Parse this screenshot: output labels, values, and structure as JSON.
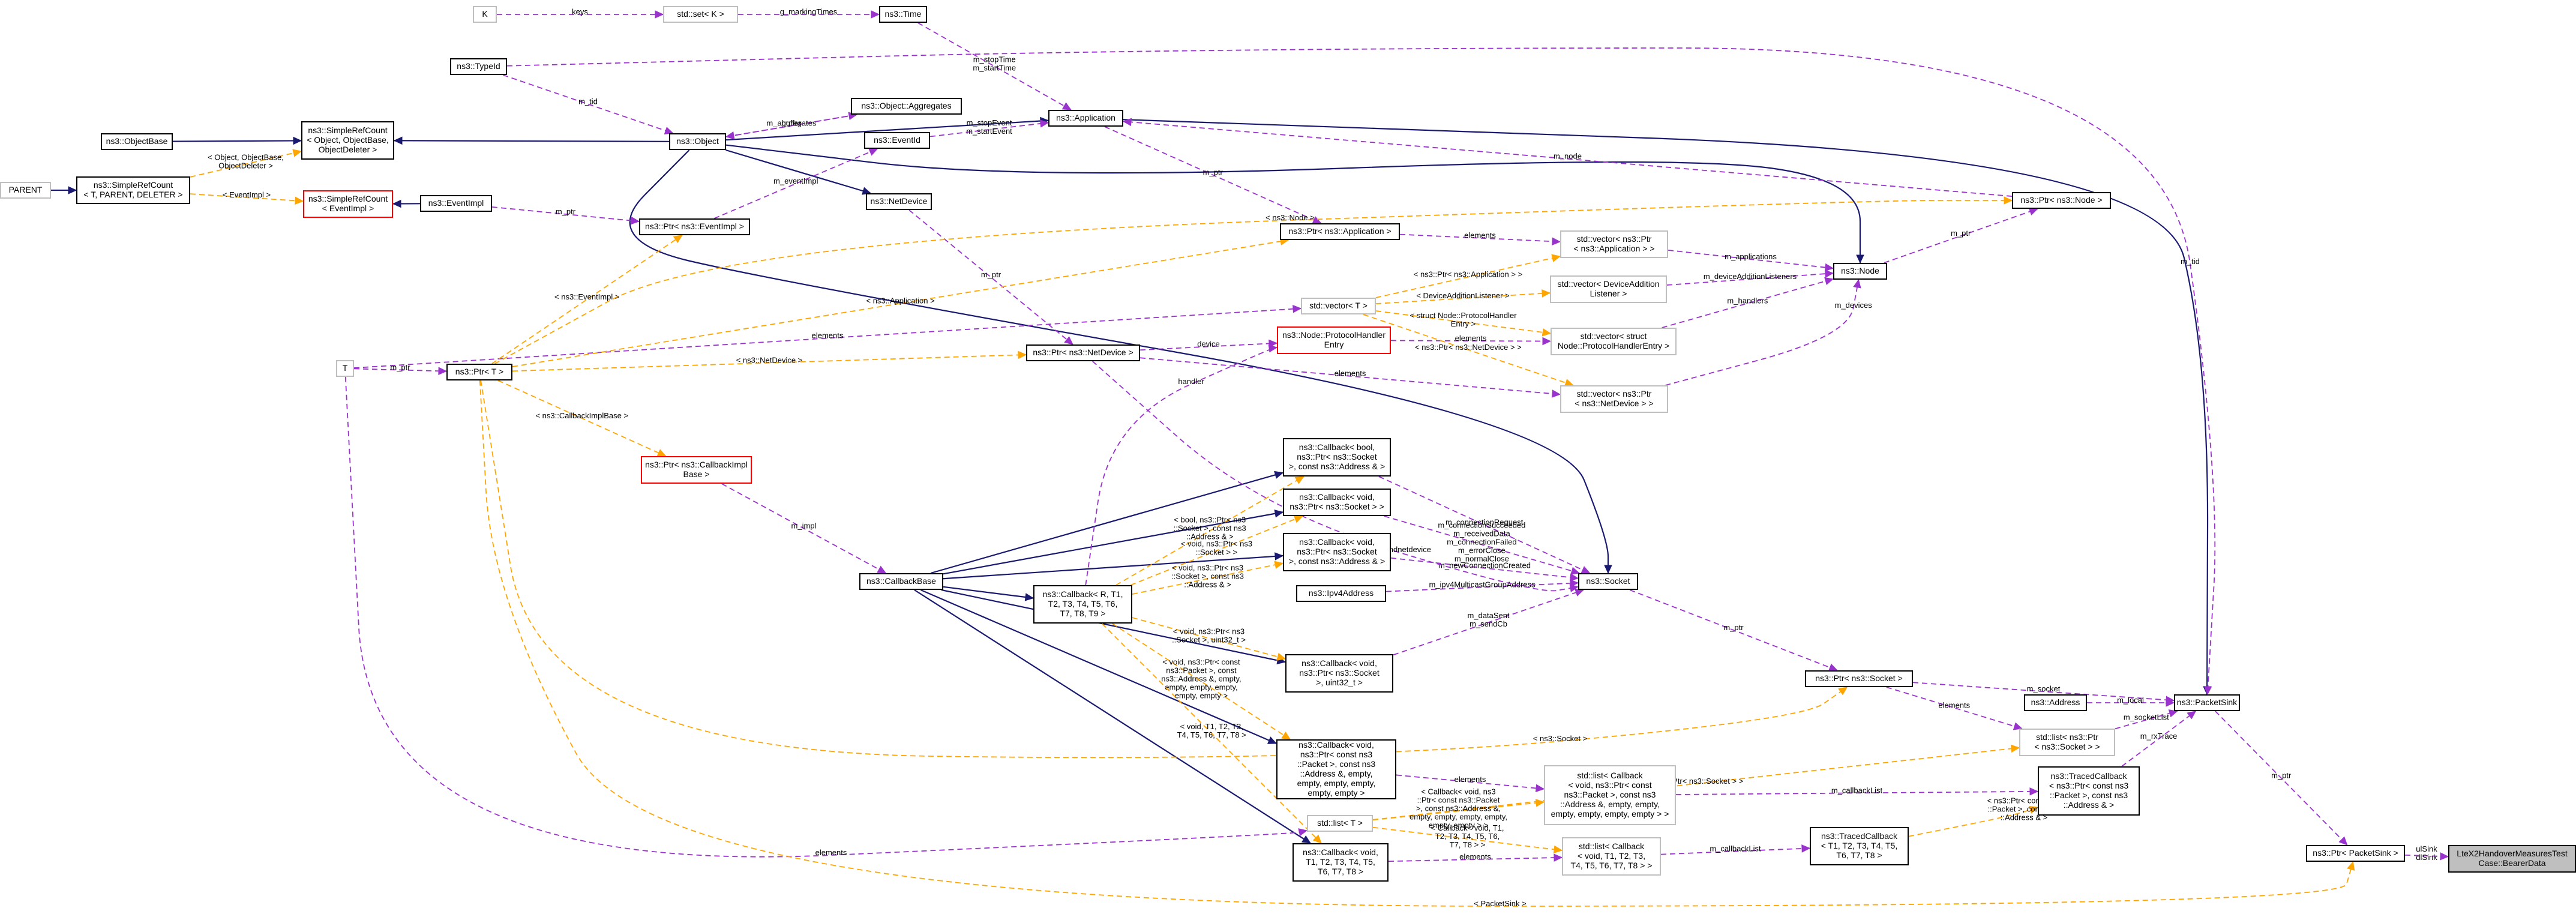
{
  "nodes": [
    {
      "id": "K",
      "lines": [
        "K"
      ],
      "style": "gray"
    },
    {
      "id": "setK",
      "lines": [
        "std::set< K >"
      ],
      "style": "gray"
    },
    {
      "id": "Time",
      "lines": [
        "ns3::Time"
      ],
      "style": "box"
    },
    {
      "id": "TypeId",
      "lines": [
        "ns3::TypeId"
      ],
      "style": "box"
    },
    {
      "id": "ObjectBase",
      "lines": [
        "ns3::ObjectBase"
      ],
      "style": "box"
    },
    {
      "id": "SRCObject",
      "lines": [
        "ns3::SimpleRefCount",
        "< Object, ObjectBase,",
        "ObjectDeleter >"
      ],
      "style": "box"
    },
    {
      "id": "Object",
      "lines": [
        "ns3::Object"
      ],
      "style": "box"
    },
    {
      "id": "Aggregates",
      "lines": [
        "ns3::Object::Aggregates"
      ],
      "style": "box"
    },
    {
      "id": "EventId",
      "lines": [
        "ns3::EventId"
      ],
      "style": "box"
    },
    {
      "id": "Application",
      "lines": [
        "ns3::Application"
      ],
      "style": "box"
    },
    {
      "id": "PARENT",
      "lines": [
        "PARENT"
      ],
      "style": "gray"
    },
    {
      "id": "SRCTemplate",
      "lines": [
        "ns3::SimpleRefCount",
        "< T, PARENT, DELETER >"
      ],
      "style": "box"
    },
    {
      "id": "SRCEventImpl",
      "lines": [
        "ns3::SimpleRefCount",
        "< EventImpl >"
      ],
      "style": "red"
    },
    {
      "id": "EventImpl",
      "lines": [
        "ns3::EventImpl"
      ],
      "style": "box"
    },
    {
      "id": "PtrEventImpl",
      "lines": [
        "ns3::Ptr< ns3::EventImpl >"
      ],
      "style": "box"
    },
    {
      "id": "NetDevice",
      "lines": [
        "ns3::NetDevice"
      ],
      "style": "box"
    },
    {
      "id": "PtrNode",
      "lines": [
        "ns3::Ptr< ns3::Node >"
      ],
      "style": "box"
    },
    {
      "id": "PtrApplication",
      "lines": [
        "ns3::Ptr< ns3::Application >"
      ],
      "style": "box"
    },
    {
      "id": "VecPtrApp",
      "lines": [
        "std::vector< ns3::Ptr",
        "< ns3::Application > >"
      ],
      "style": "gray"
    },
    {
      "id": "Node",
      "lines": [
        "ns3::Node"
      ],
      "style": "box"
    },
    {
      "id": "VecT",
      "lines": [
        "std::vector< T >"
      ],
      "style": "gray"
    },
    {
      "id": "VecDevAdd",
      "lines": [
        "std::vector< DeviceAddition",
        "Listener >"
      ],
      "style": "gray"
    },
    {
      "id": "T",
      "lines": [
        "T"
      ],
      "style": "gray"
    },
    {
      "id": "PtrT",
      "lines": [
        "ns3::Ptr< T >"
      ],
      "style": "box"
    },
    {
      "id": "PtrNetDevice",
      "lines": [
        "ns3::Ptr< ns3::NetDevice >"
      ],
      "style": "box"
    },
    {
      "id": "ProtoEntry",
      "lines": [
        "ns3::Node::ProtocolHandler",
        "Entry"
      ],
      "style": "red"
    },
    {
      "id": "VecProto",
      "lines": [
        "std::vector< struct",
        "Node::ProtocolHandlerEntry >"
      ],
      "style": "gray"
    },
    {
      "id": "VecPtrNetDev",
      "lines": [
        "std::vector< ns3::Ptr",
        "< ns3::NetDevice > >"
      ],
      "style": "gray"
    },
    {
      "id": "PtrCallbackImpl",
      "lines": [
        "ns3::Ptr< ns3::CallbackImpl",
        "Base >"
      ],
      "style": "red"
    },
    {
      "id": "CbBoolSock",
      "lines": [
        "ns3::Callback< bool,",
        "ns3::Ptr< ns3::Socket",
        ">, const ns3::Address & >"
      ],
      "style": "box"
    },
    {
      "id": "CbVoidSock",
      "lines": [
        "ns3::Callback< void,",
        "ns3::Ptr< ns3::Socket > >"
      ],
      "style": "box"
    },
    {
      "id": "CbVoidSockAddr",
      "lines": [
        "ns3::Callback< void,",
        "ns3::Ptr< ns3::Socket",
        ">, const ns3::Address & >"
      ],
      "style": "box"
    },
    {
      "id": "CallbackBase",
      "lines": [
        "ns3::CallbackBase"
      ],
      "style": "box"
    },
    {
      "id": "CbTemplate",
      "lines": [
        "ns3::Callback< R, T1,",
        "T2, T3, T4, T5, T6,",
        "T7, T8, T9 >"
      ],
      "style": "box"
    },
    {
      "id": "Ipv4Address",
      "lines": [
        "ns3::Ipv4Address"
      ],
      "style": "box"
    },
    {
      "id": "Socket",
      "lines": [
        "ns3::Socket"
      ],
      "style": "box"
    },
    {
      "id": "CbVoidSockU32",
      "lines": [
        "ns3::Callback< void,",
        "ns3::Ptr< ns3::Socket",
        ">, uint32_t >"
      ],
      "style": "box"
    },
    {
      "id": "PtrSocket",
      "lines": [
        "ns3::Ptr< ns3::Socket >"
      ],
      "style": "box"
    },
    {
      "id": "Address",
      "lines": [
        "ns3::Address"
      ],
      "style": "box"
    },
    {
      "id": "PacketSink",
      "lines": [
        "ns3::PacketSink"
      ],
      "style": "box"
    },
    {
      "id": "ListPtrSocket",
      "lines": [
        "std::list< ns3::Ptr",
        "< ns3::Socket > >"
      ],
      "style": "gray"
    },
    {
      "id": "CbVoidPkt",
      "lines": [
        "ns3::Callback< void,",
        "ns3::Ptr< const ns3",
        "::Packet >, const ns3",
        "::Address &, empty,",
        "empty, empty, empty,",
        "empty, empty >"
      ],
      "style": "box"
    },
    {
      "id": "ListCallback",
      "lines": [
        "std::list< Callback",
        "< void, ns3::Ptr< const",
        "ns3::Packet >, const ns3",
        "::Address &, empty, empty,",
        "empty, empty, empty, empty > >"
      ],
      "style": "gray"
    },
    {
      "id": "TracedCbPkt",
      "lines": [
        "ns3::TracedCallback",
        "< ns3::Ptr< const ns3",
        "::Packet >, const ns3",
        "::Address & >"
      ],
      "style": "box"
    },
    {
      "id": "ListT",
      "lines": [
        "std::list< T >"
      ],
      "style": "gray"
    },
    {
      "id": "CbVoidTmpl",
      "lines": [
        "ns3::Callback< void,",
        "T1, T2, T3, T4, T5,",
        "T6, T7, T8 >"
      ],
      "style": "box"
    },
    {
      "id": "ListCbVoidTmpl",
      "lines": [
        "std::list< Callback",
        "< void, T1, T2, T3,",
        "T4, T5, T6, T7, T8 > >"
      ],
      "style": "gray"
    },
    {
      "id": "TracedCbTmpl",
      "lines": [
        "ns3::TracedCallback",
        "< T1, T2, T3, T4, T5,",
        "T6, T7, T8 >"
      ],
      "style": "box"
    },
    {
      "id": "PtrPacketSink",
      "lines": [
        "ns3::Ptr< PacketSink >"
      ],
      "style": "box"
    },
    {
      "id": "Focus",
      "lines": [
        "LteX2HandoverMeasuresTest",
        "Case::BearerData"
      ],
      "style": "focus"
    }
  ],
  "edges": [
    {
      "from": "ObjectBase",
      "to": "SRCObject",
      "kind": "inherit",
      "label": []
    },
    {
      "from": "Object",
      "to": "SRCObject",
      "kind": "inherit",
      "label": []
    },
    {
      "from": "Object",
      "to": "Application",
      "kind": "inherit",
      "label": []
    },
    {
      "from": "Object",
      "to": "NetDevice",
      "kind": "inherit",
      "label": []
    },
    {
      "from": "Object",
      "to": "Node",
      "kind": "inherit",
      "label": []
    },
    {
      "from": "Object",
      "to": "Socket",
      "kind": "inherit",
      "label": []
    },
    {
      "from": "Application",
      "to": "PacketSink",
      "kind": "inherit",
      "label": []
    },
    {
      "from": "PARENT",
      "to": "SRCTemplate",
      "kind": "inherit",
      "label": []
    },
    {
      "from": "EventImpl",
      "to": "SRCEventImpl",
      "kind": "inherit",
      "label": []
    },
    {
      "from": "CallbackBase",
      "to": "CbBoolSock",
      "kind": "inherit",
      "label": []
    },
    {
      "from": "CallbackBase",
      "to": "CbVoidSock",
      "kind": "inherit",
      "label": []
    },
    {
      "from": "CallbackBase",
      "to": "CbVoidSockAddr",
      "kind": "inherit",
      "label": []
    },
    {
      "from": "CallbackBase",
      "to": "CbTemplate",
      "kind": "inherit",
      "label": []
    },
    {
      "from": "CallbackBase",
      "to": "CbVoidSockU32",
      "kind": "inherit",
      "label": []
    },
    {
      "from": "CallbackBase",
      "to": "CbVoidPkt",
      "kind": "inherit",
      "label": []
    },
    {
      "from": "CallbackBase",
      "to": "CbVoidTmpl",
      "kind": "inherit",
      "label": []
    },
    {
      "from": "K",
      "to": "setK",
      "kind": "use",
      "label": [
        "keys"
      ]
    },
    {
      "from": "setK",
      "to": "Time",
      "kind": "use",
      "label": [
        "g_markingTimes"
      ]
    },
    {
      "from": "Time",
      "to": "Application",
      "kind": "use",
      "label": [
        "m_stopTime",
        "m_startTime"
      ]
    },
    {
      "from": "TypeId",
      "to": "Object",
      "kind": "use",
      "label": [
        "m_tid"
      ]
    },
    {
      "from": "TypeId",
      "to": "PacketSink",
      "kind": "use",
      "label": [
        "m_tid"
      ]
    },
    {
      "from": "Aggregates",
      "to": "Object",
      "kind": "use",
      "label": [
        "buffer"
      ]
    },
    {
      "from": "Object",
      "to": "Aggregates",
      "kind": "use",
      "label": [
        "m_aggregates"
      ]
    },
    {
      "from": "EventId",
      "to": "Application",
      "kind": "use",
      "label": [
        "m_stopEvent",
        "m_startEvent"
      ]
    },
    {
      "from": "PtrEventImpl",
      "to": "EventId",
      "kind": "use",
      "label": [
        "m_eventImpl"
      ]
    },
    {
      "from": "EventImpl",
      "to": "PtrEventImpl",
      "kind": "use",
      "label": [
        "m_ptr"
      ]
    },
    {
      "from": "PtrNode",
      "to": "Application",
      "kind": "use",
      "label": [
        "m_node"
      ]
    },
    {
      "from": "Node",
      "to": "PtrNode",
      "kind": "use",
      "label": [
        "m_ptr"
      ]
    },
    {
      "from": "Application",
      "to": "PtrApplication",
      "kind": "use",
      "label": [
        "m_ptr"
      ]
    },
    {
      "from": "PtrApplication",
      "to": "VecPtrApp",
      "kind": "use",
      "label": [
        "elements"
      ]
    },
    {
      "from": "VecPtrApp",
      "to": "Node",
      "kind": "use",
      "label": [
        "m_applications"
      ]
    },
    {
      "from": "VecDevAdd",
      "to": "Node",
      "kind": "use",
      "label": [
        "m_deviceAdditionListeners"
      ]
    },
    {
      "from": "VecProto",
      "to": "Node",
      "kind": "use",
      "label": [
        "m_handlers"
      ]
    },
    {
      "from": "VecPtrNetDev",
      "to": "Node",
      "kind": "use",
      "label": [
        "m_devices"
      ]
    },
    {
      "from": "T",
      "to": "VecT",
      "kind": "use",
      "label": [
        "elements"
      ]
    },
    {
      "from": "T",
      "to": "PtrT",
      "kind": "use",
      "label": [
        "m_ptr"
      ]
    },
    {
      "from": "T",
      "to": "ListT",
      "kind": "use",
      "label": [
        "elements"
      ]
    },
    {
      "from": "NetDevice",
      "to": "PtrNetDevice",
      "kind": "use",
      "label": [
        "m_ptr"
      ]
    },
    {
      "from": "PtrNetDevice",
      "to": "ProtoEntry",
      "kind": "use",
      "label": [
        "device"
      ]
    },
    {
      "from": "PtrNetDevice",
      "to": "VecPtrNetDev",
      "kind": "use",
      "label": [
        "elements"
      ]
    },
    {
      "from": "ProtoEntry",
      "to": "VecProto",
      "kind": "use",
      "label": [
        "elements"
      ]
    },
    {
      "from": "CbTemplate",
      "to": "ProtoEntry",
      "kind": "use",
      "label": [
        "handler"
      ]
    },
    {
      "from": "PtrCallbackImpl",
      "to": "CallbackBase",
      "kind": "use",
      "label": [
        "m_impl"
      ]
    },
    {
      "from": "CbBoolSock",
      "to": "Socket",
      "kind": "use",
      "label": [
        "m_connectionRequest"
      ]
    },
    {
      "from": "CbVoidSock",
      "to": "Socket",
      "kind": "use",
      "label": [
        "m_connectionSucceeded",
        "m_receivedData",
        "m_connectionFailed",
        "m_errorClose",
        "m_normalClose"
      ]
    },
    {
      "from": "CbVoidSockAddr",
      "to": "Socket",
      "kind": "use",
      "label": [
        "m_newConnectionCreated"
      ]
    },
    {
      "from": "Ipv4Address",
      "to": "Socket",
      "kind": "use",
      "label": [
        "m_ipv4MulticastGroupAddress"
      ]
    },
    {
      "from": "PtrNetDevice",
      "to": "Socket",
      "kind": "use",
      "label": [
        "m_boundnetdevice"
      ]
    },
    {
      "from": "CbVoidSockU32",
      "to": "Socket",
      "kind": "use",
      "label": [
        "m_dataSent",
        "m_sendCb"
      ]
    },
    {
      "from": "Socket",
      "to": "PtrSocket",
      "kind": "use",
      "label": [
        "m_ptr"
      ]
    },
    {
      "from": "PtrSocket",
      "to": "PacketSink",
      "kind": "use",
      "label": [
        "m_socket"
      ]
    },
    {
      "from": "PtrSocket",
      "to": "ListPtrSocket",
      "kind": "use",
      "label": [
        "elements"
      ]
    },
    {
      "from": "Address",
      "to": "PacketSink",
      "kind": "use",
      "label": [
        "m_local"
      ]
    },
    {
      "from": "ListPtrSocket",
      "to": "PacketSink",
      "kind": "use",
      "label": [
        "m_socketList"
      ]
    },
    {
      "from": "TracedCbPkt",
      "to": "PacketSink",
      "kind": "use",
      "label": [
        "m_rxTrace"
      ]
    },
    {
      "from": "CbVoidPkt",
      "to": "ListCallback",
      "kind": "use",
      "label": [
        "elements"
      ]
    },
    {
      "from": "ListCallback",
      "to": "TracedCbPkt",
      "kind": "use",
      "label": [
        "m_callbackList"
      ]
    },
    {
      "from": "CbVoidTmpl",
      "to": "ListCbVoidTmpl",
      "kind": "use",
      "label": [
        "elements"
      ]
    },
    {
      "from": "ListCbVoidTmpl",
      "to": "TracedCbTmpl",
      "kind": "use",
      "label": [
        "m_callbackList"
      ]
    },
    {
      "from": "PacketSink",
      "to": "PtrPacketSink",
      "kind": "use",
      "label": [
        "m_ptr"
      ]
    },
    {
      "from": "PtrPacketSink",
      "to": "Focus",
      "kind": "use",
      "label": [
        "ulSink",
        "dlSink"
      ]
    },
    {
      "from": "SRCTemplate",
      "to": "SRCObject",
      "kind": "tmpl",
      "label": [
        "< Object, ObjectBase,",
        "ObjectDeleter >"
      ]
    },
    {
      "from": "SRCTemplate",
      "to": "SRCEventImpl",
      "kind": "tmpl",
      "label": [
        "< EventImpl >"
      ]
    },
    {
      "from": "PtrT",
      "to": "PtrEventImpl",
      "kind": "tmpl",
      "label": [
        "< ns3::EventImpl >"
      ]
    },
    {
      "from": "PtrT",
      "to": "PtrNode",
      "kind": "tmpl",
      "label": [
        "< ns3::Node >"
      ]
    },
    {
      "from": "PtrT",
      "to": "PtrApplication",
      "kind": "tmpl",
      "label": [
        "< ns3::Application >"
      ]
    },
    {
      "from": "PtrT",
      "to": "PtrNetDevice",
      "kind": "tmpl",
      "label": [
        "< ns3::NetDevice >"
      ]
    },
    {
      "from": "PtrT",
      "to": "PtrCallbackImpl",
      "kind": "tmpl",
      "label": [
        "< ns3::CallbackImplBase >"
      ]
    },
    {
      "from": "PtrT",
      "to": "PtrSocket",
      "kind": "tmpl",
      "label": [
        "< ns3::Socket >"
      ]
    },
    {
      "from": "PtrT",
      "to": "PtrPacketSink",
      "kind": "tmpl",
      "label": [
        "< PacketSink >"
      ]
    },
    {
      "from": "VecT",
      "to": "VecPtrApp",
      "kind": "tmpl",
      "label": [
        "< ns3::Ptr< ns3::Application > >"
      ]
    },
    {
      "from": "VecT",
      "to": "VecDevAdd",
      "kind": "tmpl",
      "label": [
        "< DeviceAdditionListener >"
      ]
    },
    {
      "from": "VecT",
      "to": "VecProto",
      "kind": "tmpl",
      "label": [
        "< struct Node::ProtocolHandler",
        "Entry >"
      ]
    },
    {
      "from": "VecT",
      "to": "VecPtrNetDev",
      "kind": "tmpl",
      "label": [
        "< ns3::Ptr< ns3::NetDevice > >"
      ]
    },
    {
      "from": "CbTemplate",
      "to": "CbBoolSock",
      "kind": "tmpl",
      "label": [
        "< bool, ns3::Ptr< ns3",
        "::Socket >, const ns3",
        "::Address & >"
      ]
    },
    {
      "from": "CbTemplate",
      "to": "CbVoidSock",
      "kind": "tmpl",
      "label": [
        "< void, ns3::Ptr< ns3",
        "::Socket > >"
      ]
    },
    {
      "from": "CbTemplate",
      "to": "CbVoidSockAddr",
      "kind": "tmpl",
      "label": [
        "< void, ns3::Ptr< ns3",
        "::Socket >, const ns3",
        "::Address & >"
      ]
    },
    {
      "from": "CbTemplate",
      "to": "CbVoidSockU32",
      "kind": "tmpl",
      "label": [
        "< void, ns3::Ptr< ns3",
        "::Socket >, uint32_t >"
      ]
    },
    {
      "from": "CbTemplate",
      "to": "CbVoidPkt",
      "kind": "tmpl",
      "label": [
        "< void, ns3::Ptr< const",
        "ns3::Packet >, const",
        "ns3::Address &, empty,",
        "empty, empty, empty,",
        "empty, empty >"
      ]
    },
    {
      "from": "CbTemplate",
      "to": "CbVoidTmpl",
      "kind": "tmpl",
      "label": [
        "< void, T1, T2, T3,",
        "T4, T5, T6, T7, T8 >"
      ]
    },
    {
      "from": "ListT",
      "to": "ListPtrSocket",
      "kind": "tmpl",
      "label": [
        "< ns3::Ptr< ns3::Socket > >"
      ]
    },
    {
      "from": "ListT",
      "to": "ListCallback",
      "kind": "tmpl",
      "label": [
        "< Callback< void, ns3",
        "::Ptr< const ns3::Packet",
        ">, const ns3::Address &,",
        "empty, empty, empty, empty,",
        "empty, empty > >"
      ]
    },
    {
      "from": "ListT",
      "to": "ListCbVoidTmpl",
      "kind": "tmpl",
      "label": [
        "< Callback< void, T1,",
        "T2, T3, T4, T5, T6,",
        "T7, T8 > >"
      ]
    },
    {
      "from": "TracedCbTmpl",
      "to": "TracedCbPkt",
      "kind": "tmpl",
      "label": [
        "< ns3::Ptr< const ns3",
        "::Packet >, const ns3",
        "::Address & >"
      ]
    }
  ]
}
